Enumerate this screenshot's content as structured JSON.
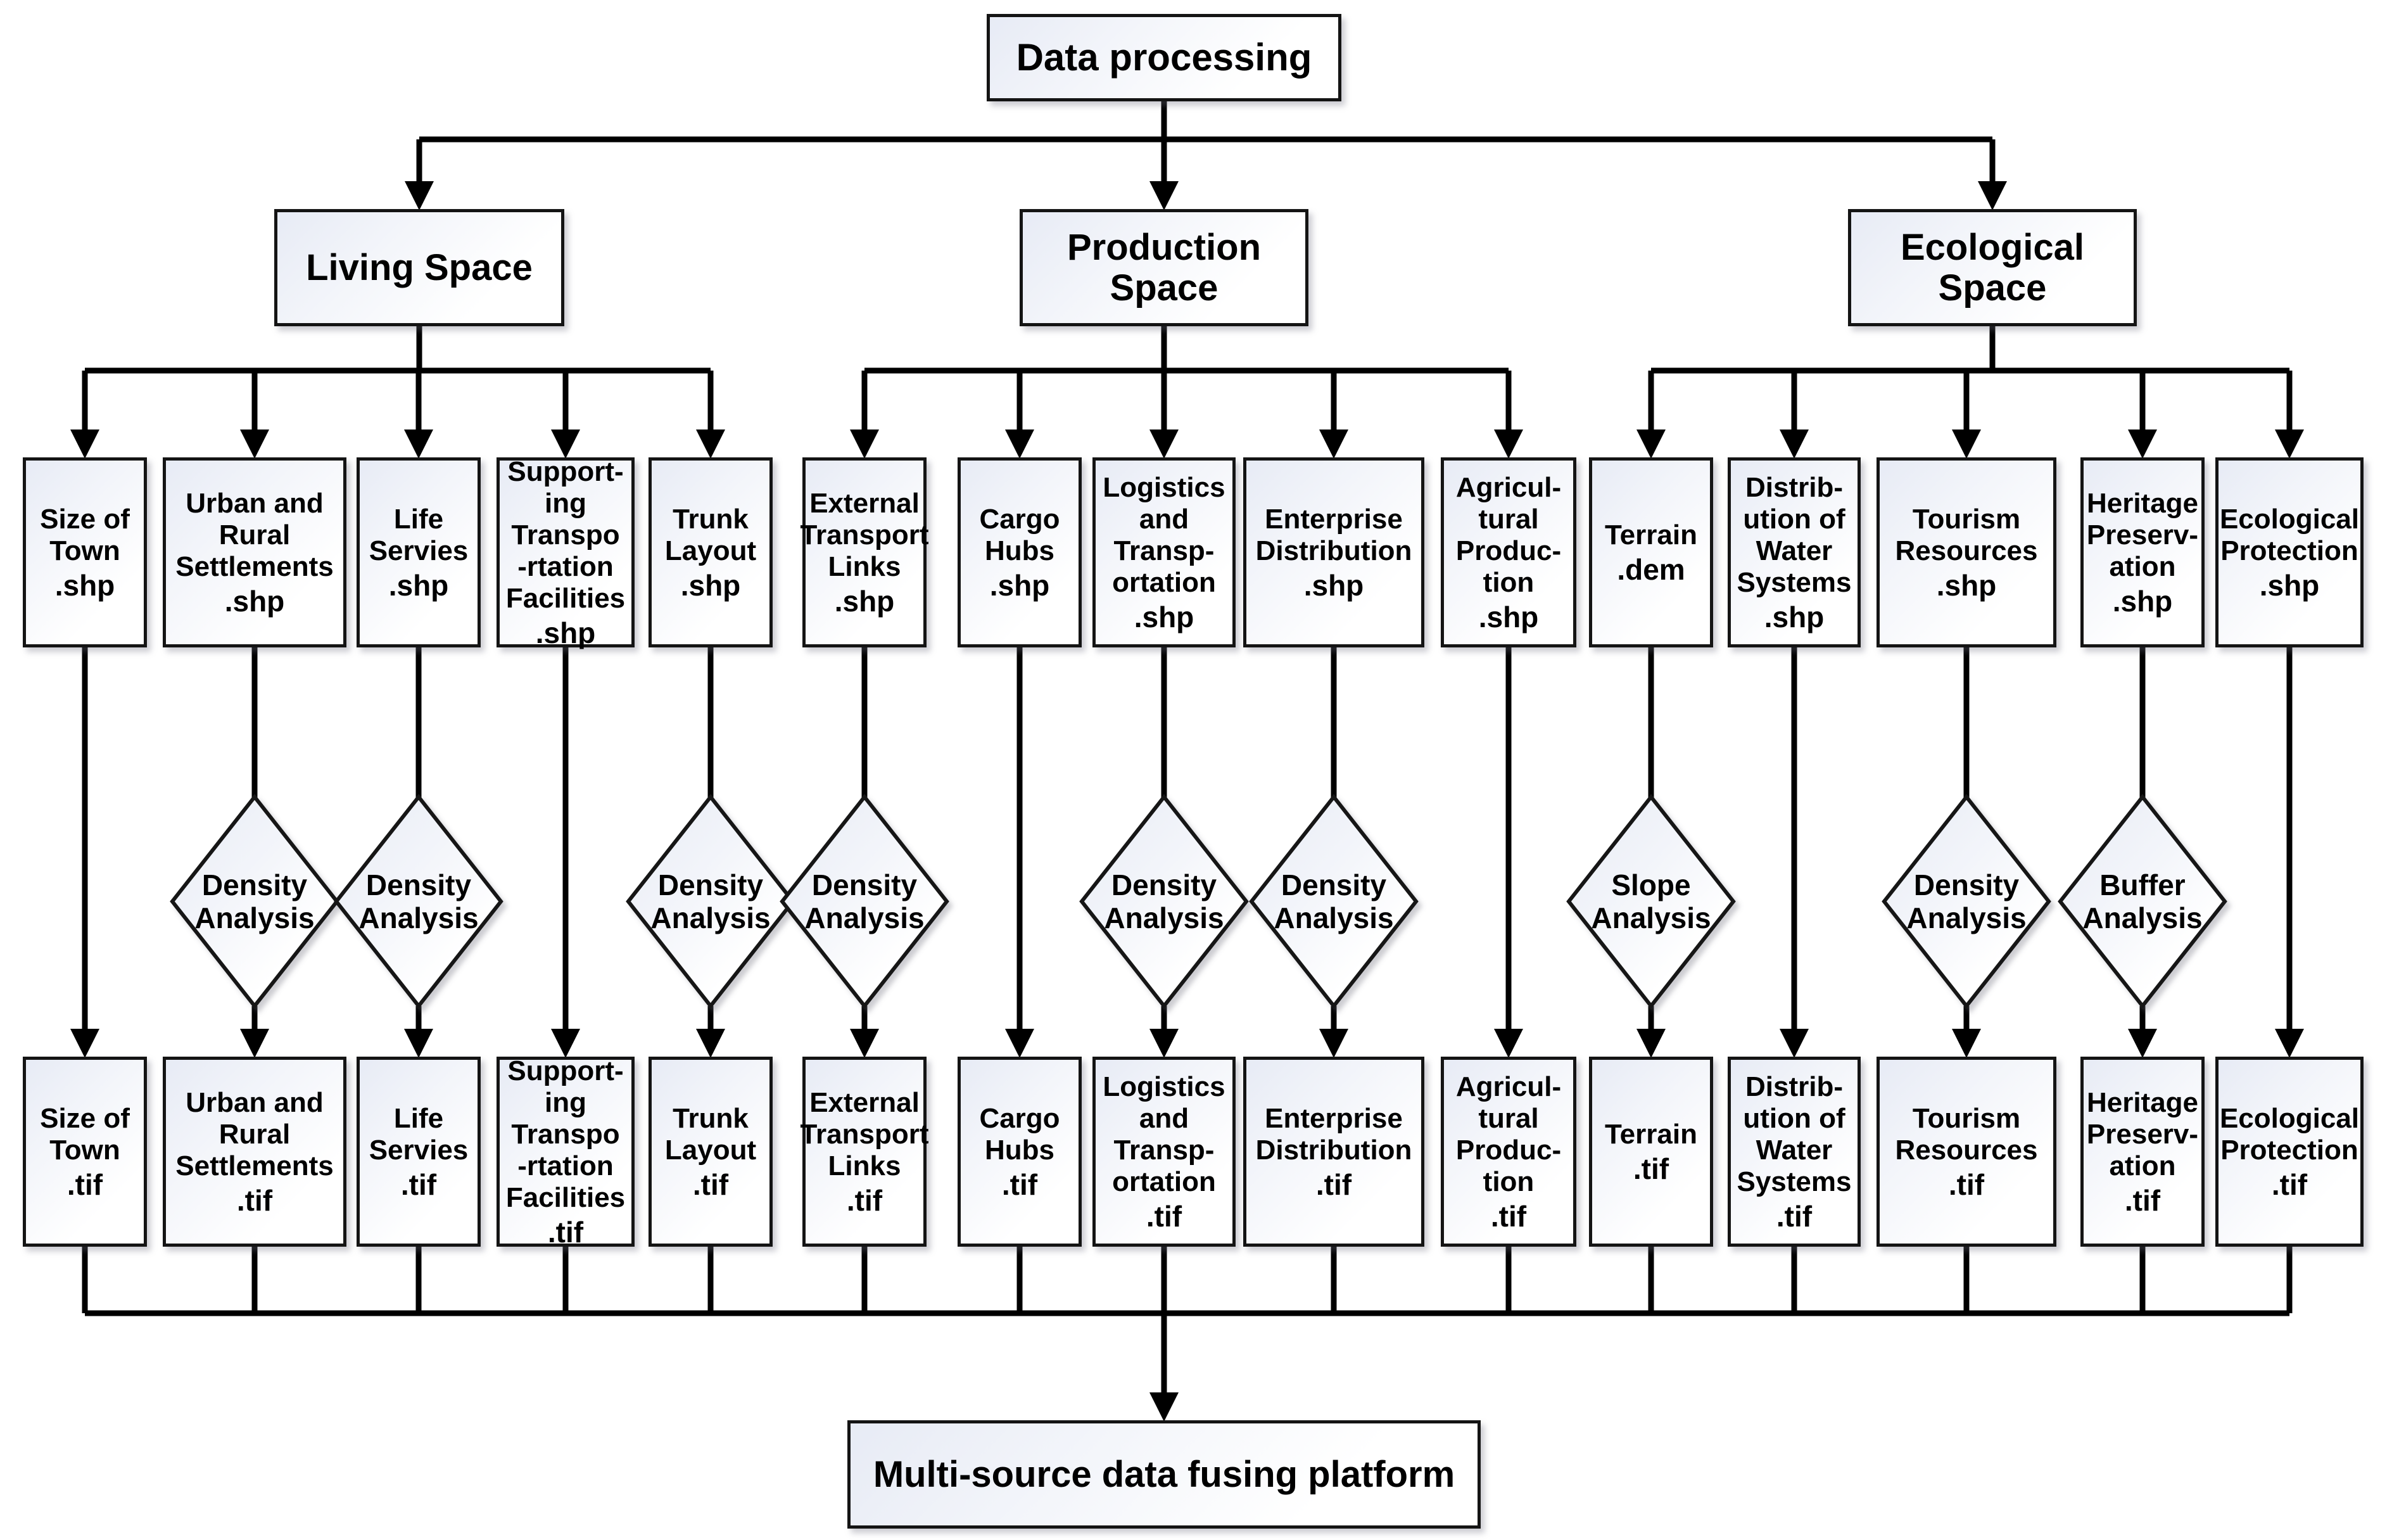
{
  "root": {
    "label": "Data processing"
  },
  "spaces": [
    {
      "label": "Living Space"
    },
    {
      "label": "Production Space"
    },
    {
      "label": "Ecological Space"
    }
  ],
  "columns": [
    {
      "name": [
        "Size of",
        "Town"
      ],
      "src_ext": ".shp",
      "analysis": "",
      "dst_ext": ".tif"
    },
    {
      "name": [
        "Urban and",
        "Rural",
        "Settlements"
      ],
      "src_ext": ".shp",
      "analysis": "Density Analysis",
      "dst_ext": ".tif"
    },
    {
      "name": [
        "Life",
        "Servies"
      ],
      "src_ext": ".shp",
      "analysis": "Density Analysis",
      "dst_ext": ".tif"
    },
    {
      "name": [
        "Support-",
        "ing",
        "Transpo",
        "-rtation",
        "Facilities"
      ],
      "src_ext": ".shp",
      "analysis": "",
      "dst_ext": ".tif"
    },
    {
      "name": [
        "Trunk",
        "Layout"
      ],
      "src_ext": ".shp",
      "analysis": "Density Analysis",
      "dst_ext": ".tif"
    },
    {
      "name": [
        "External",
        "Transport",
        "Links"
      ],
      "src_ext": ".shp",
      "analysis": "Density Analysis",
      "dst_ext": ".tif"
    },
    {
      "name": [
        "Cargo",
        "Hubs"
      ],
      "src_ext": ".shp",
      "analysis": "",
      "dst_ext": ".tif"
    },
    {
      "name": [
        "Logistics",
        "and",
        "Transp-",
        "ortation"
      ],
      "src_ext": ".shp",
      "analysis": "Density Analysis",
      "dst_ext": ".tif"
    },
    {
      "name": [
        "Enterprise",
        "Distribution"
      ],
      "src_ext": ".shp",
      "analysis": "Density Analysis",
      "dst_ext": ".tif"
    },
    {
      "name": [
        "Agricul-",
        "tural",
        "Produc-",
        "tion"
      ],
      "src_ext": ".shp",
      "analysis": "",
      "dst_ext": ".tif"
    },
    {
      "name": [
        "Terrain"
      ],
      "src_ext": ".dem",
      "analysis": "Slope Analysis",
      "dst_ext": ".tif"
    },
    {
      "name": [
        "Distrib-",
        "ution of",
        "Water",
        "Systems"
      ],
      "src_ext": ".shp",
      "analysis": "",
      "dst_ext": ".tif"
    },
    {
      "name": [
        "Tourism",
        "Resources"
      ],
      "src_ext": ".shp",
      "analysis": "Density Analysis",
      "dst_ext": ".tif"
    },
    {
      "name": [
        "Heritage",
        "Preserv-",
        "ation"
      ],
      "src_ext": ".shp",
      "analysis": "Buffer Analysis",
      "dst_ext": ".tif"
    },
    {
      "name": [
        "Ecological",
        "Protection"
      ],
      "src_ext": ".shp",
      "analysis": "",
      "dst_ext": ".tif"
    }
  ],
  "platform": {
    "label": "Multi-source data fusing platform"
  },
  "colors": {
    "line": "#000000",
    "border": "#141414",
    "fill_top": "#e7ebf5",
    "fill_bottom": "#ffffff"
  }
}
